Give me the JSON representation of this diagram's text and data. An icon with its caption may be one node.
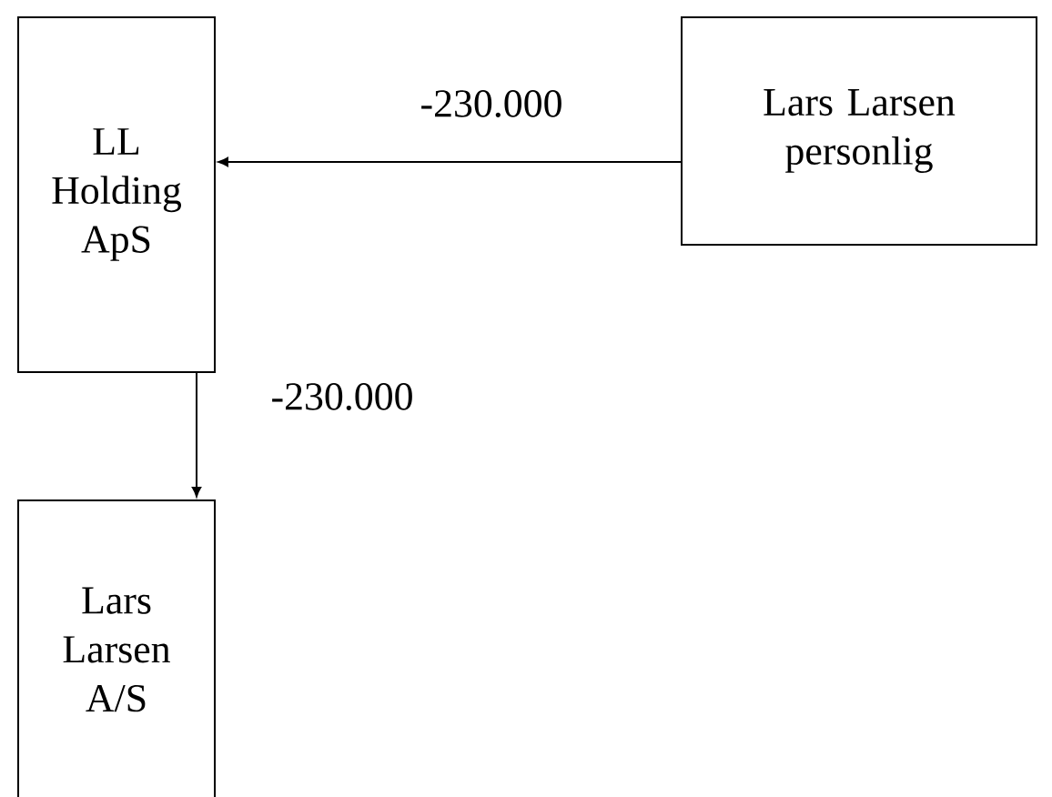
{
  "diagram": {
    "nodes": [
      {
        "text": [
          "LL Holding ApS"
        ]
      },
      {
        "text": [
          "Lars Larsen A/S"
        ]
      },
      {
        "text": [
          "Lars Larsen personlig"
        ]
      }
    ],
    "edges": [
      {
        "from": 2,
        "to": 0,
        "arrow": "to",
        "label": "-230.000"
      },
      {
        "from": 0,
        "to": 1,
        "arrow": "to",
        "label": "-230.000"
      }
    ]
  }
}
